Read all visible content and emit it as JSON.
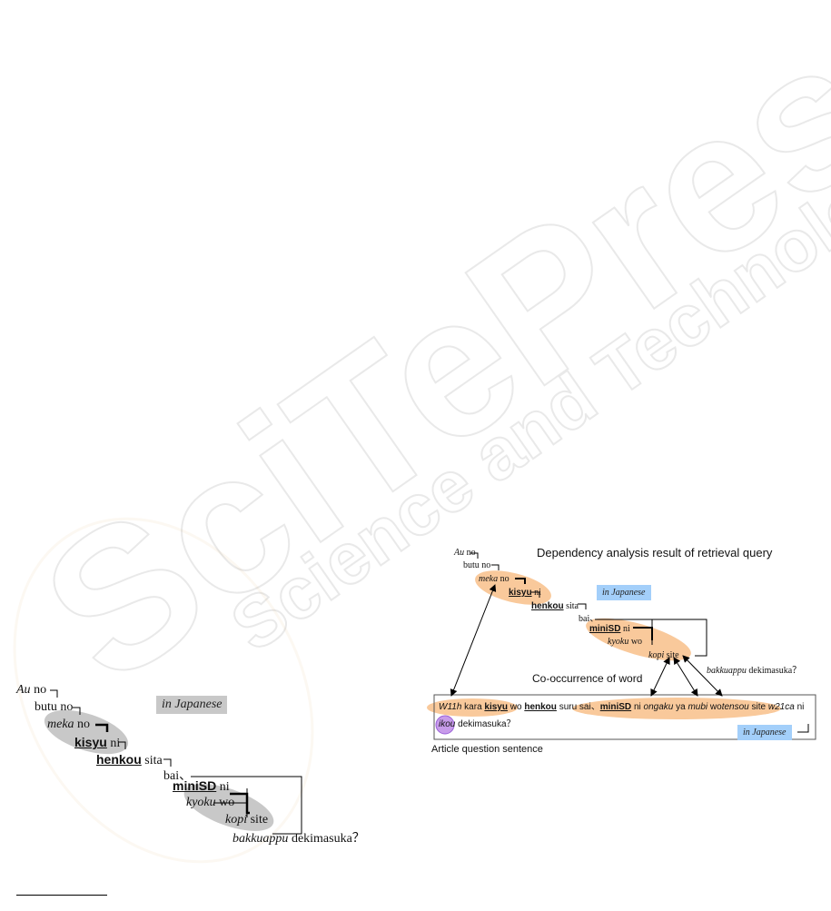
{
  "left_figure": {
    "label": "in Japanese",
    "rows": [
      {
        "word": "Au",
        "particle": "no"
      },
      {
        "word": "butu",
        "particle": "no"
      },
      {
        "word": "meka",
        "particle": "no"
      },
      {
        "word": "kisyu",
        "particle": "ni"
      },
      {
        "word": "henkou",
        "particle": "sita"
      },
      {
        "word": "bai",
        "particle": "、"
      },
      {
        "word": "miniSD",
        "particle": "ni"
      },
      {
        "word": "kyoku",
        "particle": "wo"
      },
      {
        "word": "kopi",
        "particle": "site"
      },
      {
        "word": "bakkuappu",
        "particle": "dekimasuka？"
      }
    ]
  },
  "right_figure": {
    "title": "Dependency analysis result of retrieval query",
    "label_top": "in Japanese",
    "cooccurrence_label": "Co-occurrence of word",
    "rows": [
      {
        "word": "Au",
        "particle": "no"
      },
      {
        "word": "butu",
        "particle": "no"
      },
      {
        "word": "meka",
        "particle": "no"
      },
      {
        "word": "kisyu",
        "particle": "ni"
      },
      {
        "word": "henkou",
        "particle": "sita"
      },
      {
        "word": "bai",
        "particle": "、"
      },
      {
        "word": "miniSD",
        "particle": "ni"
      },
      {
        "word": "kyoku",
        "particle": "wo"
      },
      {
        "word": "kopi",
        "particle": "site"
      },
      {
        "word": "bakkuappu",
        "particle": "dekimasuka？"
      }
    ],
    "sentence": {
      "w11h": "W11h",
      "kara": "kara",
      "kisyu": "kisyu",
      "wo1": "wo",
      "henkou": "henkou",
      "suru_sai": "suru sai、",
      "miniSD": "miniSD",
      "ni1": "ni",
      "ongaku": "ongaku",
      "ya": "ya",
      "mubi": "mubi",
      "wo2": "wo",
      "tensou": "tensou",
      "site": "site",
      "w21ca": "w21ca",
      "ni2": "ni",
      "ikou": "ikou",
      "dekimasuka": "dekimasuka？"
    },
    "label_bottom": "in Japanese",
    "caption": "Article question sentence"
  }
}
